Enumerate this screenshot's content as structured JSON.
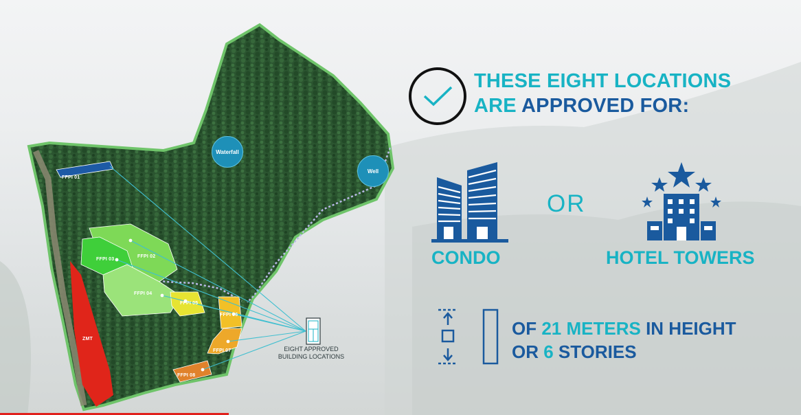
{
  "map": {
    "labels": {
      "waterfall": "Waterfall",
      "well": "Well",
      "zmt": "ZMT",
      "ffpi01": "FFPI 01",
      "ffpi02": "FFPI 02",
      "ffpi03": "FFPI 03",
      "ffpi04": "FFPI 04",
      "ffpi05": "FFPI 05",
      "ffpi06": "FFPI 06",
      "ffpi07": "FFPI 07",
      "ffpi08": "FFPI 08"
    },
    "legend_line1": "EIGHT APPROVED",
    "legend_line2": "BUILDING LOCATIONS",
    "legend_icon": "building-plan-icon"
  },
  "panel": {
    "check_icon": "check-circle-icon",
    "heading_line1": "THESE EIGHT LOCATIONS",
    "heading_line2_a": "ARE ",
    "heading_line2_b": "APPROVED FOR:",
    "condo_icon": "condo-buildings-icon",
    "condo_label": "CONDO",
    "or_label": "OR",
    "hotel_icon": "hotel-towers-icon",
    "hotel_label": "HOTEL TOWERS",
    "height_icon": "height-measure-icon",
    "height_line1_a": "OF ",
    "height_line1_b": "21 METERS",
    "height_line1_c": " IN HEIGHT",
    "height_line2_a": "OR ",
    "height_line2_b": "6",
    "height_line2_c": " STORIES"
  },
  "colors": {
    "teal": "#18b3c4",
    "blue": "#1a5a9e",
    "forest": "#2c5a2e",
    "zmt": "#e0251a"
  },
  "video_progress_percent": 28.6
}
